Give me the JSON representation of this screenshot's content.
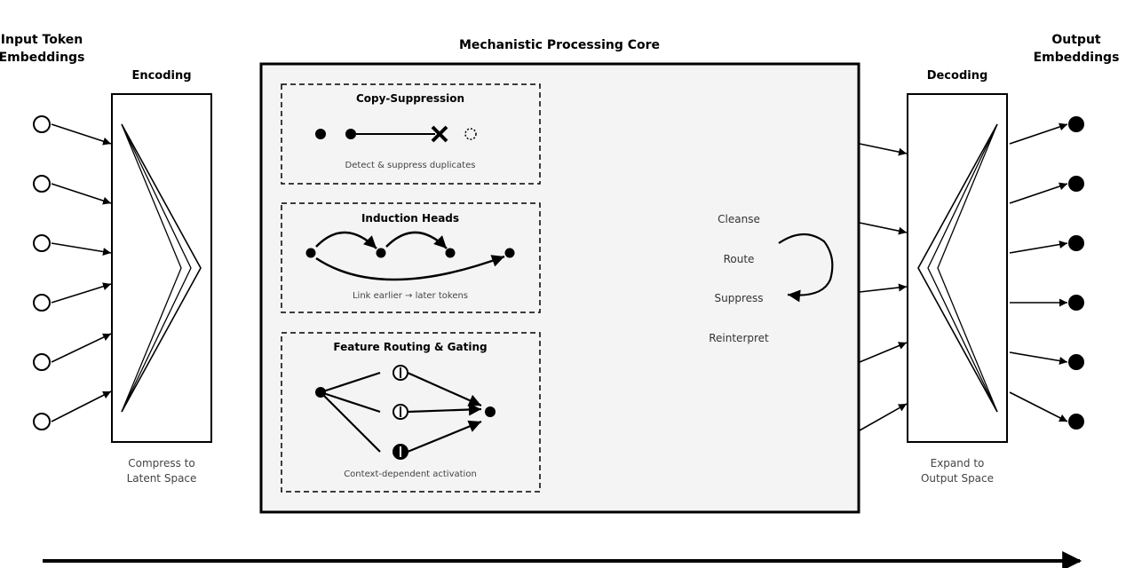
{
  "labels": {
    "input_title_line1": "Input Token",
    "input_title_line2": "Embeddings",
    "output_title_line1": "Output",
    "output_title_line2": "Embeddings",
    "encoding_title": "Encoding",
    "decoding_title": "Decoding",
    "core_title": "Mechanistic Processing Core",
    "encoding_caption_line1": "Compress to",
    "encoding_caption_line2": "Latent Space",
    "decoding_caption_line1": "Expand to",
    "decoding_caption_line2": "Output Space"
  },
  "mechanisms": [
    {
      "title": "Copy-Suppression",
      "caption": "Detect & suppress duplicates"
    },
    {
      "title": "Induction Heads",
      "caption": "Link earlier → later tokens"
    },
    {
      "title": "Feature Routing & Gating",
      "caption": "Context-dependent activation"
    }
  ],
  "operations": [
    "Cleanse",
    "Route",
    "Suppress",
    "Reinterpret"
  ],
  "input_tokens": {
    "count": 6,
    "style": "hollow-circle"
  },
  "output_tokens": {
    "count": 6,
    "style": "filled-circle"
  },
  "flow_arrow": {
    "direction": "left-to-right"
  },
  "colors": {
    "stroke": "#000000",
    "core_fill": "#f4f4f4",
    "caption_text": "#444444",
    "background": "#ffffff"
  }
}
